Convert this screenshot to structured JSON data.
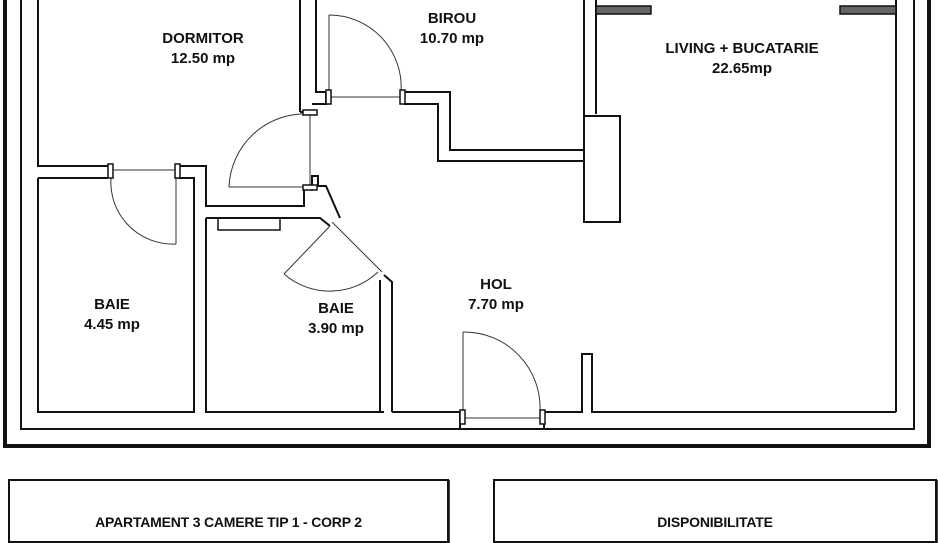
{
  "floor_plan": {
    "rooms": [
      {
        "id": "dormitor",
        "name": "DORMITOR",
        "area": "12.50 mp"
      },
      {
        "id": "birou",
        "name": "BIROU",
        "area": "10.70 mp"
      },
      {
        "id": "living",
        "name": "LIVING + BUCATARIE",
        "area": "22.65mp"
      },
      {
        "id": "baie1",
        "name": "BAIE",
        "area": "4.45 mp"
      },
      {
        "id": "baie2",
        "name": "BAIE",
        "area": "3.90 mp"
      },
      {
        "id": "hol",
        "name": "HOL",
        "area": "7.70 mp"
      }
    ],
    "colors": {
      "wall": "#111111",
      "door": "#333333",
      "background": "#ffffff"
    }
  },
  "info_boxes": {
    "apartment_title": "APARTAMENT 3 CAMERE  TIP 1 - CORP 2",
    "availability_title": "DISPONIBILITATE"
  }
}
